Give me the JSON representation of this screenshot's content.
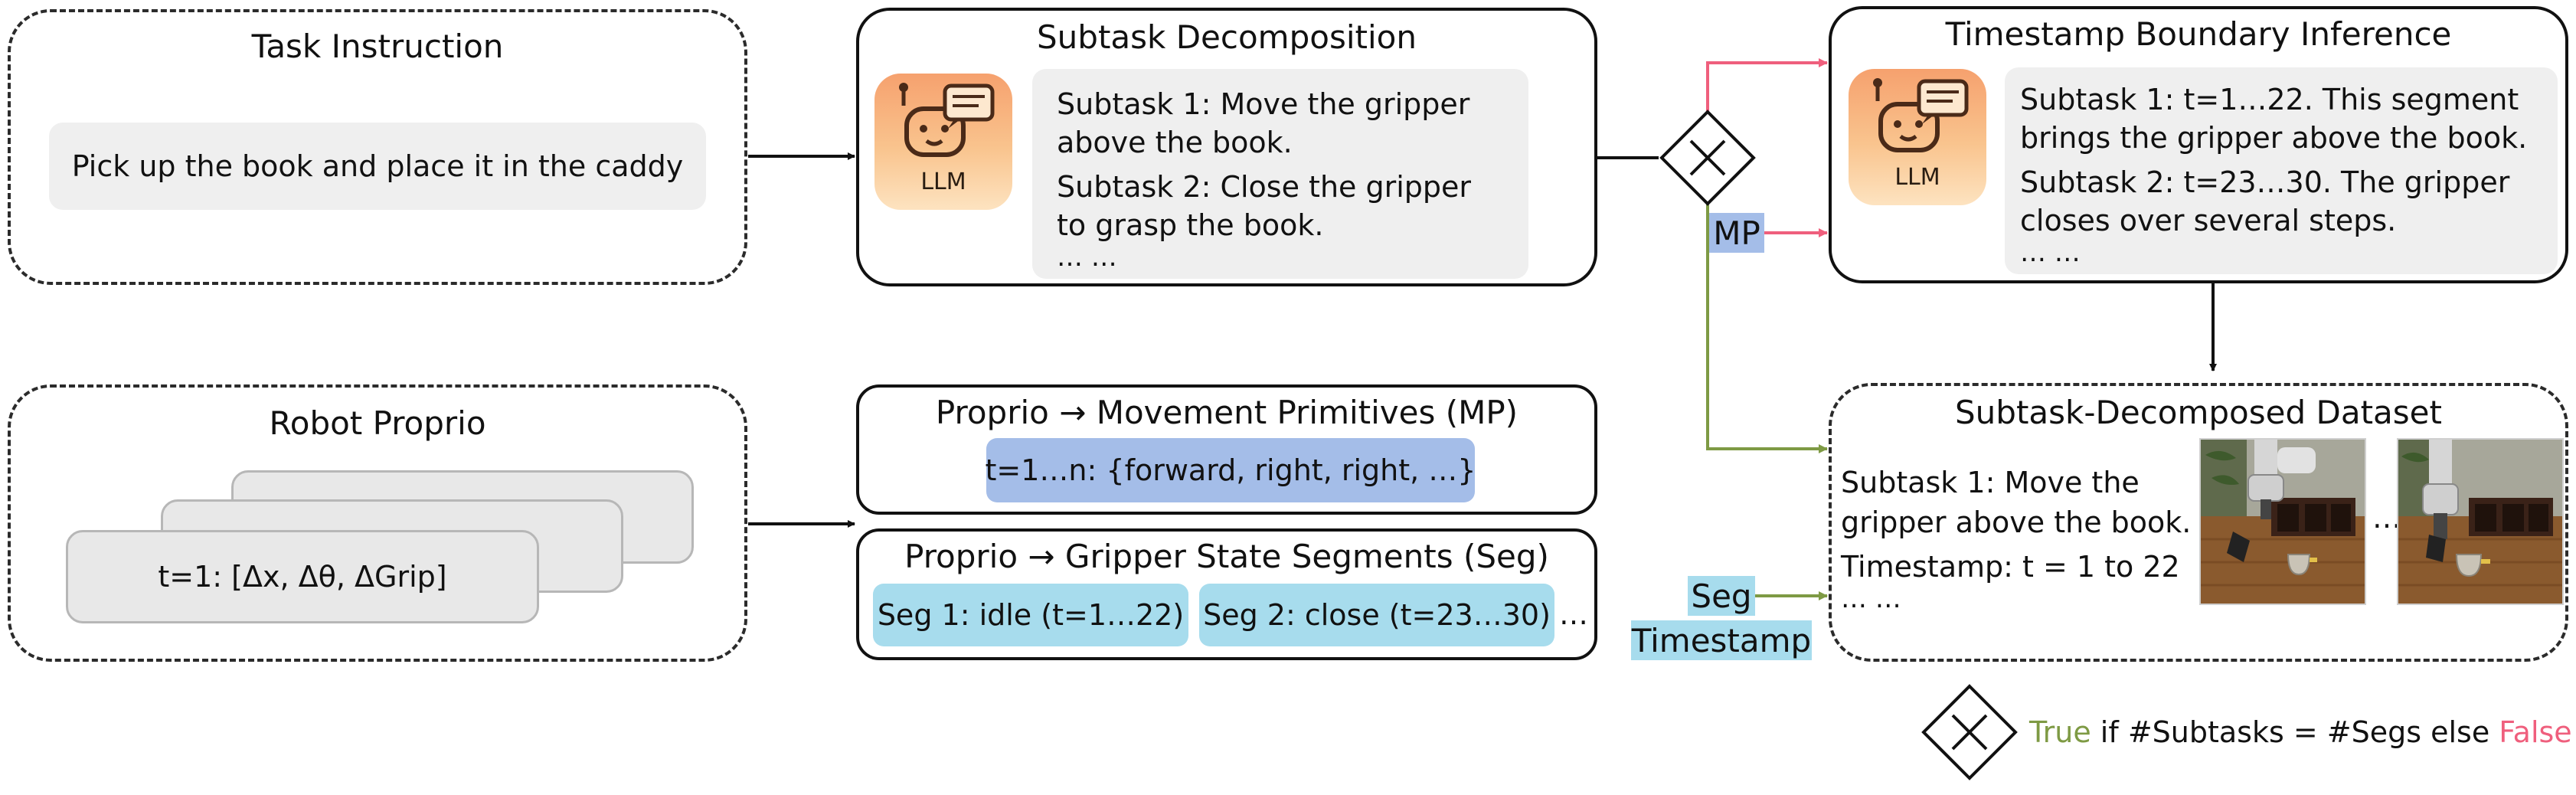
{
  "task": {
    "title": "Task Instruction",
    "instruction": "Pick up the book and place it in the caddy"
  },
  "proprio": {
    "title": "Robot Proprio",
    "card_text": "t=1: [Δx, Δθ, ΔGrip]"
  },
  "decomp": {
    "title": "Subtask Decomposition",
    "llm_label": "LLM",
    "lines": [
      "Subtask 1: Move the gripper",
      "above the book.",
      "Subtask 2: Close the gripper",
      "to grasp the book.",
      "… …"
    ]
  },
  "boundary": {
    "title": "Timestamp Boundary Inference",
    "llm_label": "LLM",
    "lines": [
      "Subtask 1: t=1…22. This segment",
      "brings the gripper above the book.",
      "Subtask 2: t=23…30. The gripper",
      "closes over several steps.",
      "… …"
    ]
  },
  "mp": {
    "title": "Proprio → Movement Primitives (MP)",
    "content": "t=1…n: {forward, right, right, …}"
  },
  "seg": {
    "title": "Proprio → Gripper State Segments (Seg)",
    "seg1": "Seg 1: idle (t=1…22)",
    "seg2": "Seg 2: close (t=23…30)",
    "more": "…"
  },
  "dataset": {
    "title": "Subtask-Decomposed Dataset",
    "lines": [
      "Subtask 1: Move the",
      "gripper above the book.",
      "Timestamp: t = 1 to 22",
      "… …"
    ],
    "ellipsis": "…"
  },
  "labels": {
    "mp": "MP",
    "seg": "Seg",
    "timestamp": "Timestamp"
  },
  "legend": {
    "true_word": "True",
    "middle": " if #Subtasks = #Segs else ",
    "false_word": "False"
  },
  "colors": {
    "true": "#7e9a44",
    "false": "#ef5f7d",
    "mp_highlight": "#a4bde8",
    "seg_highlight": "#a7dced"
  }
}
